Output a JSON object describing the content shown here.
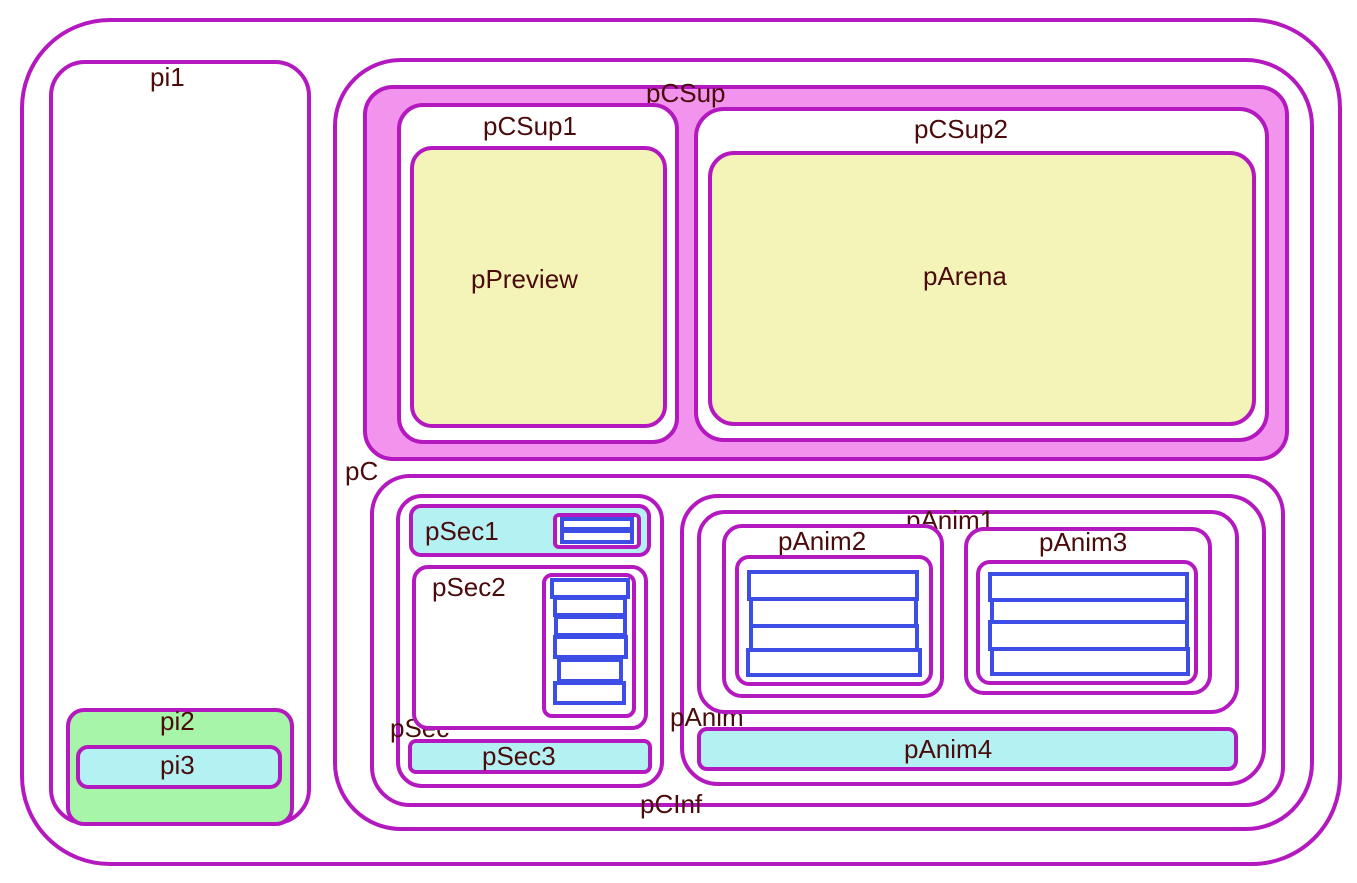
{
  "labels": {
    "pi1": "pi1",
    "pi2": "pi2",
    "pi3": "pi3",
    "pC": "pC",
    "pCSup": "pCSup",
    "pCSup1": "pCSup1",
    "pCSup2": "pCSup2",
    "pPreview": "pPreview",
    "pArena": "pArena",
    "pCInf": "pCInf",
    "pSec": "pSec",
    "pSec1": "pSec1",
    "pSec2": "pSec2",
    "pSec3": "pSec3",
    "pAnim": "pAnim",
    "pAnim1": "pAnim1",
    "pAnim2": "pAnim2",
    "pAnim3": "pAnim3",
    "pAnim4": "pAnim4"
  },
  "colors": {
    "panel_border": "#b419bf",
    "item_border": "#3c4ee6",
    "pCSup_fill": "#f293ee",
    "preview_arena_fill": "#f4f4b9",
    "pi2_fill": "#a6f5a8",
    "cyan_fill": "#b4f1f3",
    "label_text": "#4a0b0b"
  }
}
